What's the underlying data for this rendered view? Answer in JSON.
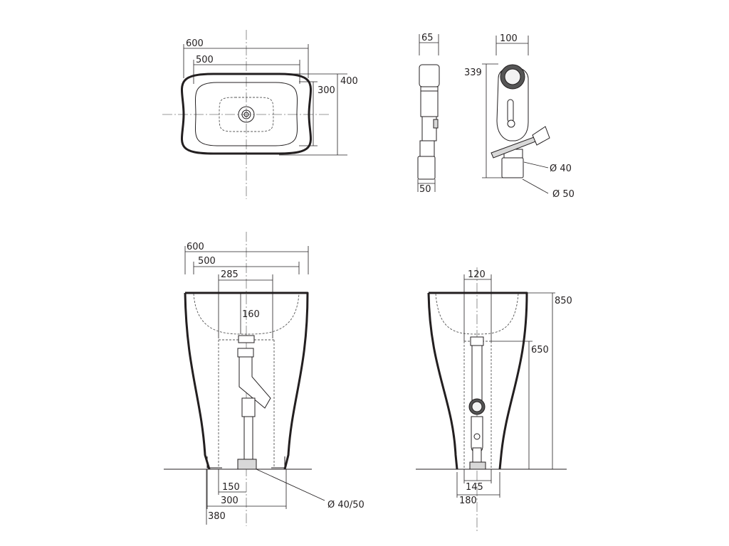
{
  "top_view": {
    "dims": [
      "600",
      "500",
      "300",
      "400"
    ]
  },
  "siphon_side": {
    "dims": [
      "65",
      "50"
    ]
  },
  "siphon_front": {
    "dims": [
      "100",
      "339",
      "Ø 40",
      "Ø 50"
    ]
  },
  "front_view": {
    "dims": [
      "600",
      "500",
      "285",
      "160",
      "150",
      "300",
      "380",
      "Ø 40/50"
    ]
  },
  "side_view": {
    "dims": [
      "120",
      "850",
      "650",
      "145",
      "180"
    ]
  }
}
